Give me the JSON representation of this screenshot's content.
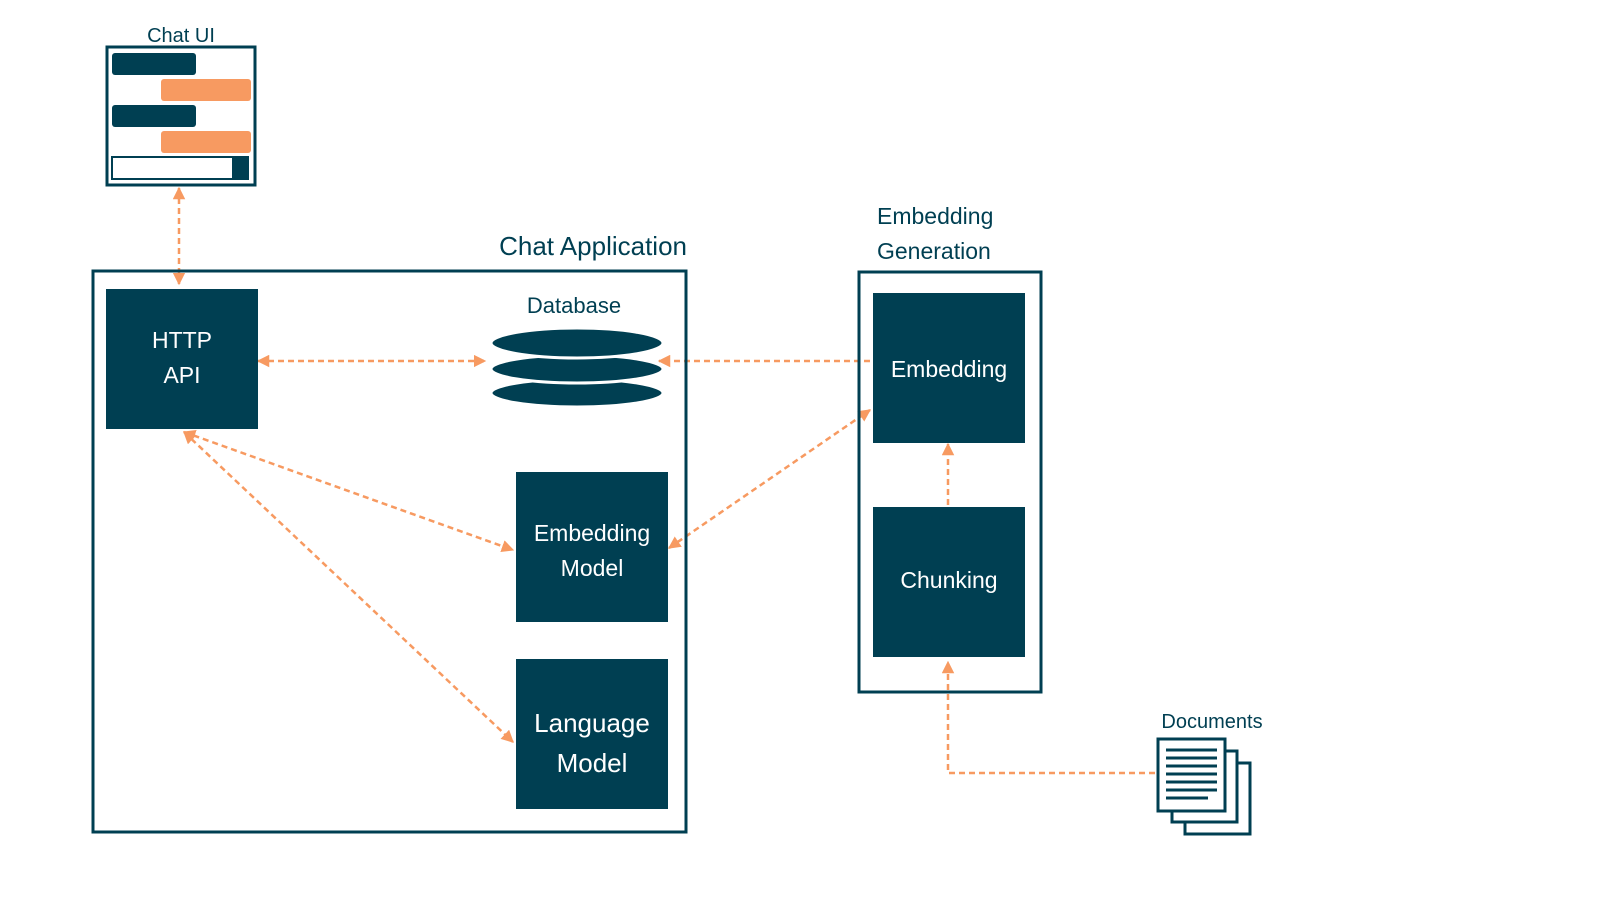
{
  "colors": {
    "dark": "#003f52",
    "accent": "#f79a61",
    "background": "#ffffff"
  },
  "chat_ui": {
    "label": "Chat UI",
    "icon": "chat-window-icon"
  },
  "chat_application": {
    "label": "Chat Application",
    "http_api": {
      "line1": "HTTP",
      "line2": "API"
    },
    "database": {
      "label": "Database",
      "icon": "database-stack-icon"
    },
    "embedding_model": {
      "line1": "Embedding",
      "line2": "Model"
    },
    "language_model": {
      "line1": "Language",
      "line2": "Model"
    }
  },
  "embedding_generation": {
    "label_line1": "Embedding",
    "label_line2": "Generation",
    "embedding": {
      "label": "Embedding"
    },
    "chunking": {
      "label": "Chunking"
    }
  },
  "documents": {
    "label": "Documents",
    "icon": "documents-stack-icon"
  }
}
